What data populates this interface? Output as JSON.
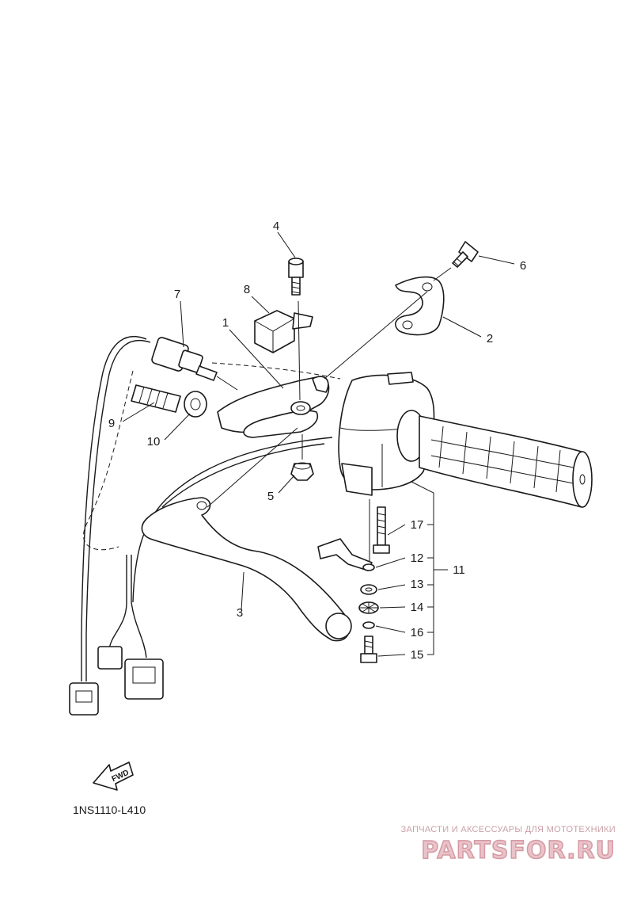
{
  "diagram": {
    "part_code": "1NS1110-L410",
    "fwd_label": "FWD",
    "callouts": [
      {
        "id": "c1",
        "label": "1"
      },
      {
        "id": "c2",
        "label": "2"
      },
      {
        "id": "c3",
        "label": "3"
      },
      {
        "id": "c4",
        "label": "4"
      },
      {
        "id": "c5",
        "label": "5"
      },
      {
        "id": "c6",
        "label": "6"
      },
      {
        "id": "c7",
        "label": "7"
      },
      {
        "id": "c8",
        "label": "8"
      },
      {
        "id": "c9",
        "label": "9"
      },
      {
        "id": "c10",
        "label": "10"
      },
      {
        "id": "c11",
        "label": "11"
      },
      {
        "id": "c12",
        "label": "12"
      },
      {
        "id": "c13",
        "label": "13"
      },
      {
        "id": "c14",
        "label": "14"
      },
      {
        "id": "c15",
        "label": "15"
      },
      {
        "id": "c16",
        "label": "16"
      },
      {
        "id": "c17",
        "label": "17"
      }
    ]
  },
  "watermark": {
    "tagline": "ЗАПЧАСТИ И АКСЕССУАРЫ ДЛЯ МОТОТЕХНИКИ",
    "brand": "PARTSFOR.RU"
  }
}
